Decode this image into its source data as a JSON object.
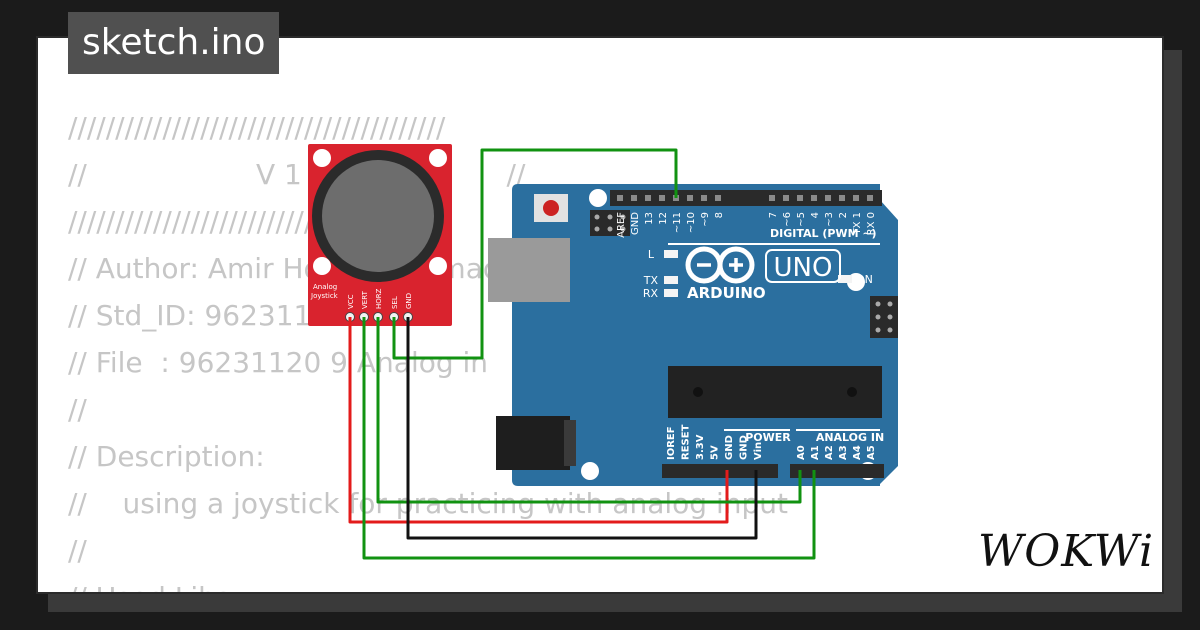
{
  "title": "sketch.ino",
  "code_lines": [
    "////////////////////////////////////////",
    "//                   V 1                       //",
    "////////////////////////////////////////",
    "// Author: Amir Hossein Ahmadzadeh",
    "// Std_ID: 96231120",
    "// File  : 96231120 9 Analog in",
    "//",
    "// Description:",
    "//    using a joystick for practicing with analog input",
    "//",
    "// Used Libs:"
  ],
  "joystick": {
    "label_line1": "Analog",
    "label_line2": "Joystick",
    "pins": [
      "VCC",
      "VERT",
      "HORZ",
      "SEL",
      "GND"
    ],
    "colors": {
      "board": "#d9232e",
      "cap": "#6d6d6d",
      "ring": "#2b2b2b"
    }
  },
  "arduino": {
    "model": "UNO",
    "brand": "ARDUINO",
    "digital_label": "DIGITAL (PWM ~)",
    "digital_pins": [
      "AREF",
      "GND",
      "13",
      "12",
      "~11",
      "~10",
      "~9",
      "8",
      "7",
      "~6",
      "~5",
      "4",
      "~3",
      "2",
      "TX 1",
      "RX 0"
    ],
    "led_labels": [
      "L",
      "TX",
      "RX"
    ],
    "on_label": "ON",
    "power_label": "POWER",
    "analog_label": "ANALOG IN",
    "power_pins": [
      "IOREF",
      "RESET",
      "3.3V",
      "5V",
      "GND",
      "GND",
      "Vin"
    ],
    "analog_pins": [
      "A0",
      "A1",
      "A2",
      "A3",
      "A4",
      "A5"
    ],
    "colors": {
      "board": "#2b6f9f",
      "header": "#2a2a2a",
      "usb": "#9a9a9a"
    }
  },
  "wires": {
    "colors": {
      "vcc": "#e31b1b",
      "gnd": "#111111",
      "signal": "#119211"
    }
  },
  "logo": {
    "text": "WOKWi"
  }
}
